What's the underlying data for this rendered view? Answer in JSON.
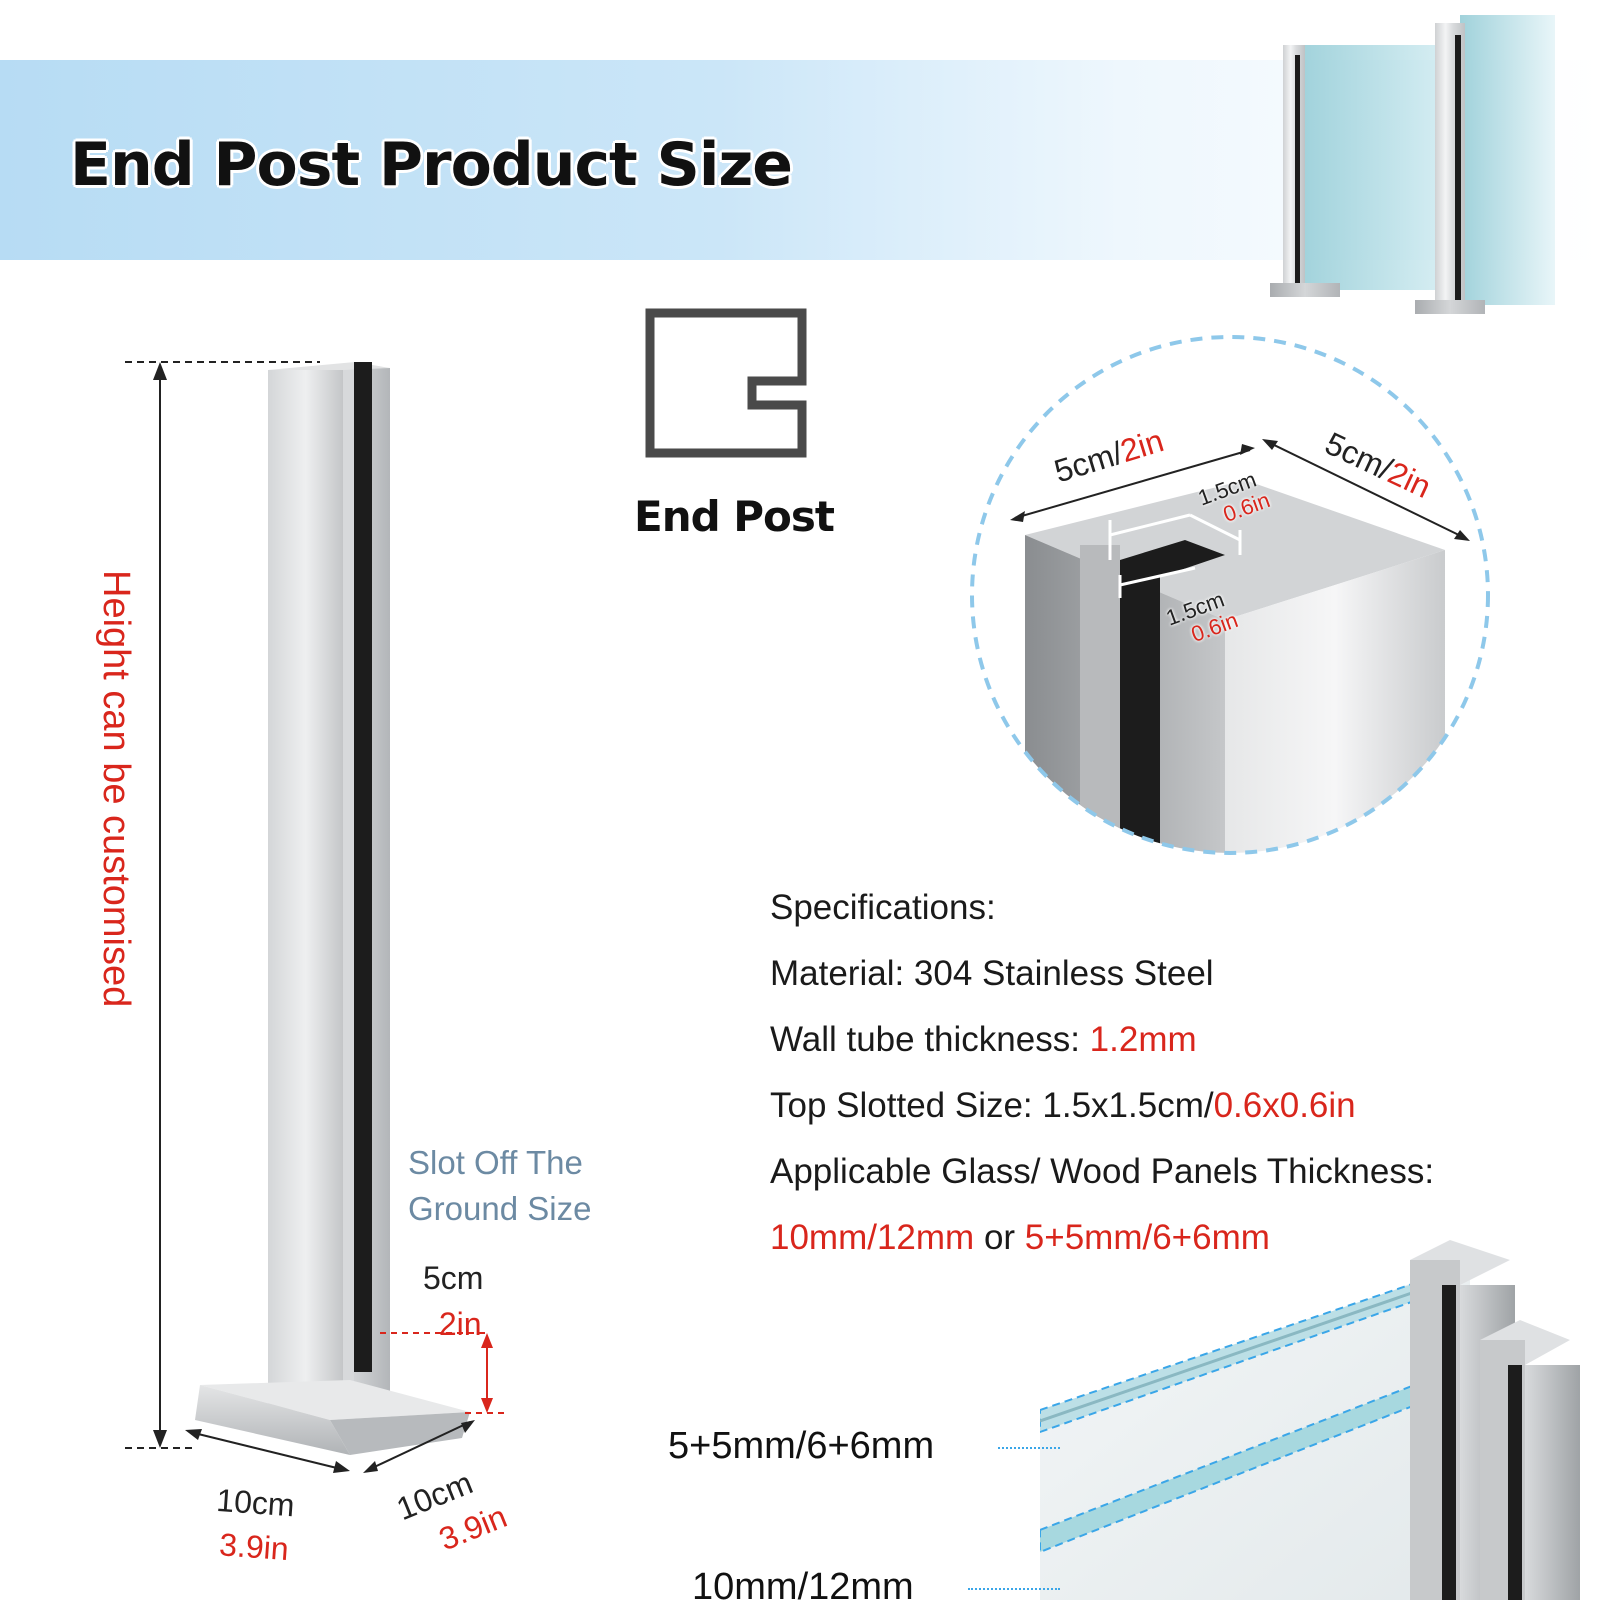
{
  "title": "End Post Product Size",
  "icon_label": "End Post",
  "height_label": "Height can be customised",
  "slot_label": {
    "line1": "Slot Off The",
    "line2": "Ground Size"
  },
  "slot_height": {
    "cm": "5cm",
    "in": "2in"
  },
  "base_width": {
    "cm": "10cm",
    "in": "3.9in"
  },
  "base_depth": {
    "cm": "10cm",
    "in": "3.9in"
  },
  "detail": {
    "top_width": {
      "cm": "5cm/",
      "in": "2in"
    },
    "top_depth": {
      "cm": "5cm/",
      "in": "2in"
    },
    "slot_w": {
      "cm": "1.5cm",
      "in": "0.6in"
    },
    "slot_d": {
      "cm": "1.5cm",
      "in": "0.6in"
    }
  },
  "specs": {
    "heading": "Specifications:",
    "material": "Material: 304 Stainless Steel",
    "wall_label": "Wall tube thickness: ",
    "wall_value": "1.2mm",
    "slot_label": "Top Slotted Size: 1.5x1.5cm/",
    "slot_value": "0.6x0.6in",
    "panels_label": "Applicable Glass/ Wood Panels Thickness:",
    "panels_v1": "10mm/12mm",
    "panels_or": " or ",
    "panels_v2": "5+5mm/6+6mm"
  },
  "glass_labels": {
    "double": "5+5mm/6+6mm",
    "single": "10mm/12mm"
  },
  "colors": {
    "accent_red": "#d9261c",
    "banner_blue": "#b7dcf4",
    "dashed_blue": "#3aa6e8"
  }
}
